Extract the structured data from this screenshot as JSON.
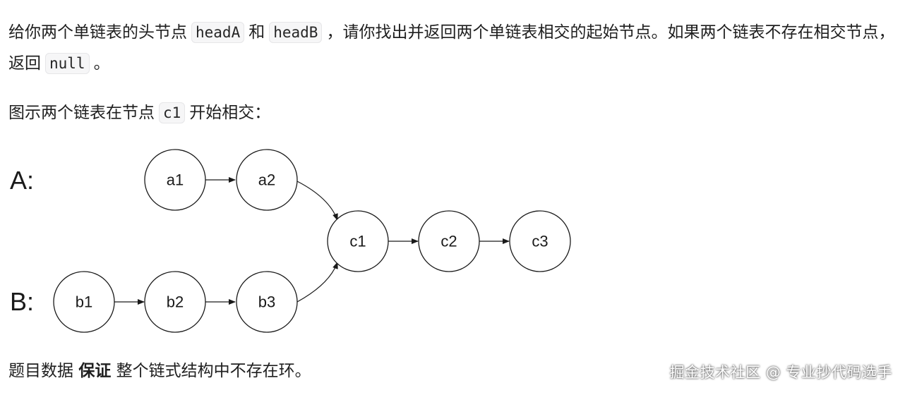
{
  "intro": {
    "part1": "给你两个单链表的头节点",
    "code1": "headA",
    "part2": "和",
    "code2": "headB",
    "part3": "，请你找出并返回两个单链表相交的起始节点。如果两个链表不存在相交节点，返回",
    "code3": "null",
    "part4": "。"
  },
  "figure_caption": {
    "part1": "图示两个链表在节点",
    "code": "c1",
    "part2": "开始相交："
  },
  "diagram": {
    "label_a": "A:",
    "label_b": "B:",
    "nodes": {
      "a1": "a1",
      "a2": "a2",
      "b1": "b1",
      "b2": "b2",
      "b3": "b3",
      "c1": "c1",
      "c2": "c2",
      "c3": "c3"
    }
  },
  "guarantee": {
    "part1": "题目数据",
    "strong": "保证",
    "part2": "整个链式结构中不存在环。"
  },
  "watermark": "掘金技术社区 @ 专业抄代码选手"
}
